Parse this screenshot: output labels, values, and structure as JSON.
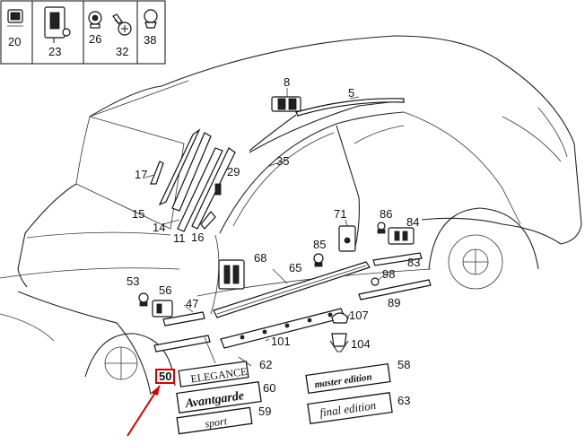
{
  "legend_parts": [
    "20",
    "23",
    "26",
    "32",
    "38"
  ],
  "labels": {
    "l8": "8",
    "l5": "5",
    "l35": "35",
    "l17": "17",
    "l15": "15",
    "l14": "14",
    "l11": "11",
    "l16": "16",
    "l29": "29",
    "l71": "71",
    "l86": "86",
    "l84": "84",
    "l85": "85",
    "l68": "68",
    "l65": "65",
    "l98": "98",
    "l83": "83",
    "l53": "53",
    "l56": "56",
    "l47": "47",
    "l89": "89",
    "l107": "107",
    "l101": "101",
    "l104": "104",
    "l58": "58",
    "l62": "62",
    "l60": "60",
    "l59": "59",
    "l63": "63",
    "l50": "50"
  },
  "badges": {
    "elegance": "ELEGANCE",
    "avantgarde": "Avantgarde",
    "sport": "sport",
    "master": "master edition",
    "final": "final edition"
  },
  "colors": {
    "highlight": "#d40000",
    "line": "#222222"
  }
}
